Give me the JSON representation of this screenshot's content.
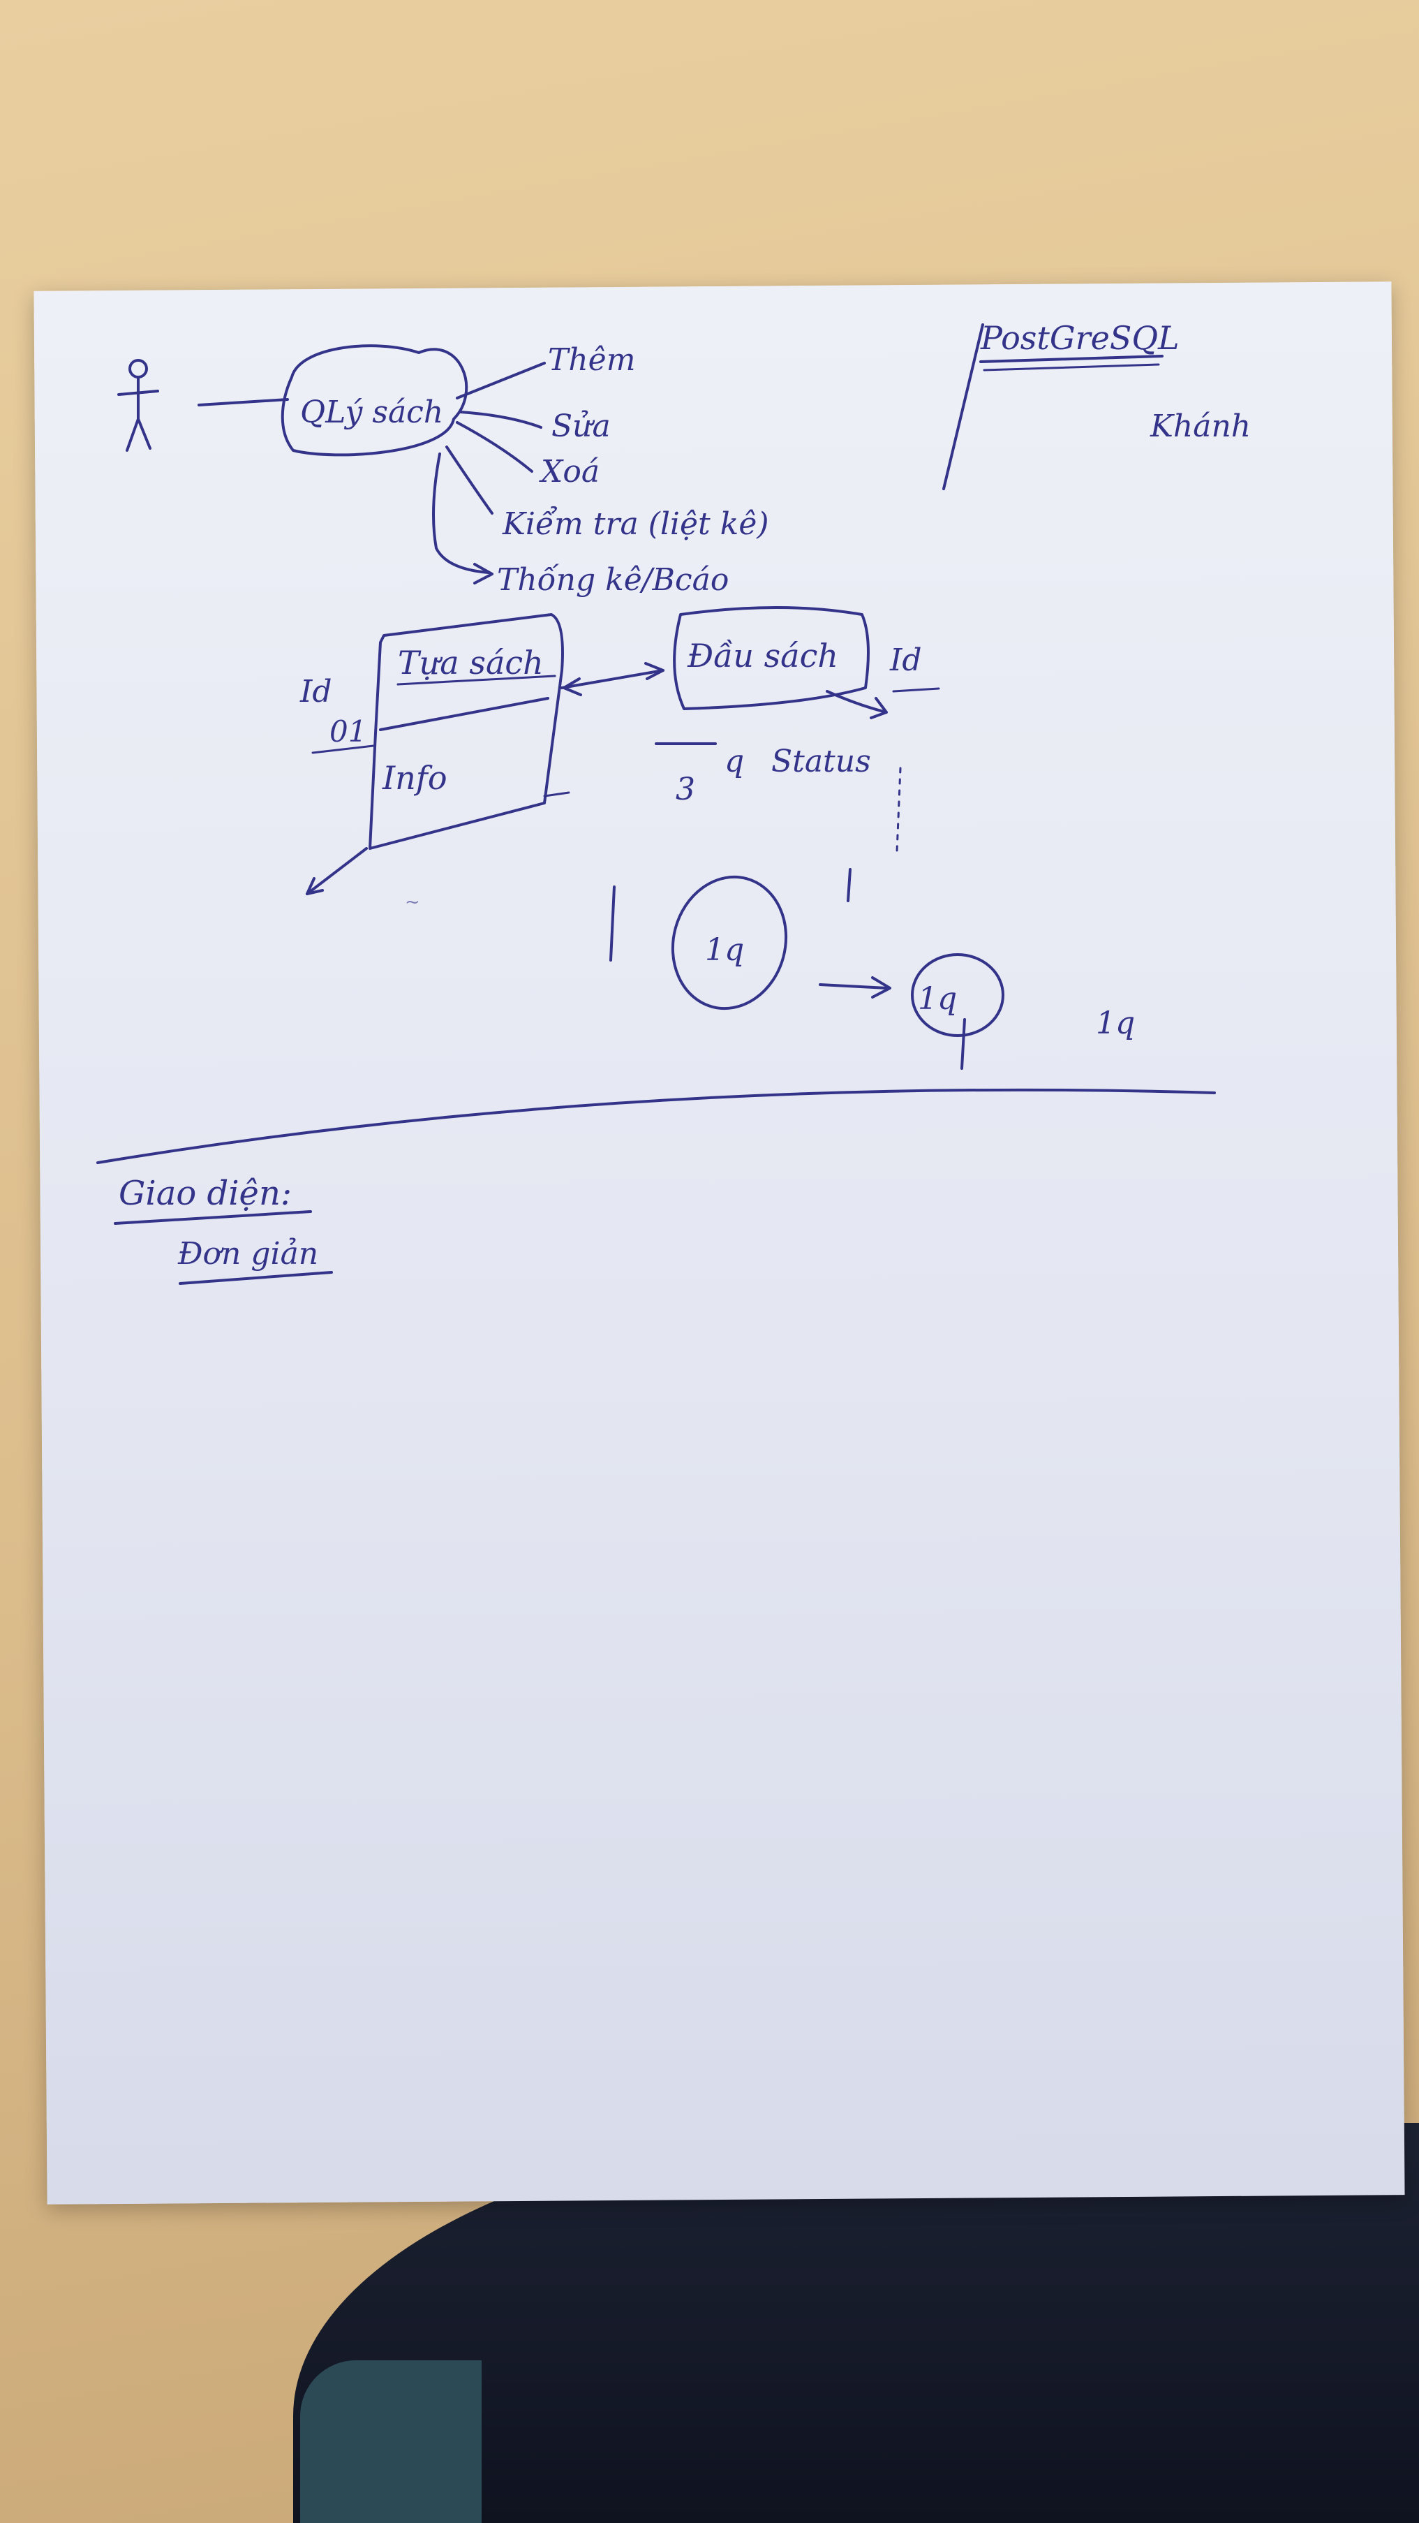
{
  "diagram": {
    "main_node": "QLý sách",
    "actions": [
      "Thêm",
      "Sửa",
      "Xoá",
      "Kiểm tra (liệt kê)",
      "Thống kê/Bcáo"
    ],
    "db_title": "PostGreSQL",
    "author": "Khánh",
    "book_header": {
      "title": "Tựa sách",
      "info": "Info",
      "id_label": "Id",
      "id_value": "01"
    },
    "shelf": {
      "title": "Đầu sách",
      "id_label": "Id",
      "count": "3",
      "q_mark": "q",
      "status": "Status"
    },
    "nodes": {
      "circle_a": "1q",
      "circle_b": "1q",
      "free_label": "1q"
    },
    "ui_section": {
      "heading": "Giao diện:",
      "note": "Đơn giản"
    }
  },
  "colors": {
    "ink": "#33338a",
    "paper": "#e6e8f2",
    "table": "#dcbd8c"
  }
}
